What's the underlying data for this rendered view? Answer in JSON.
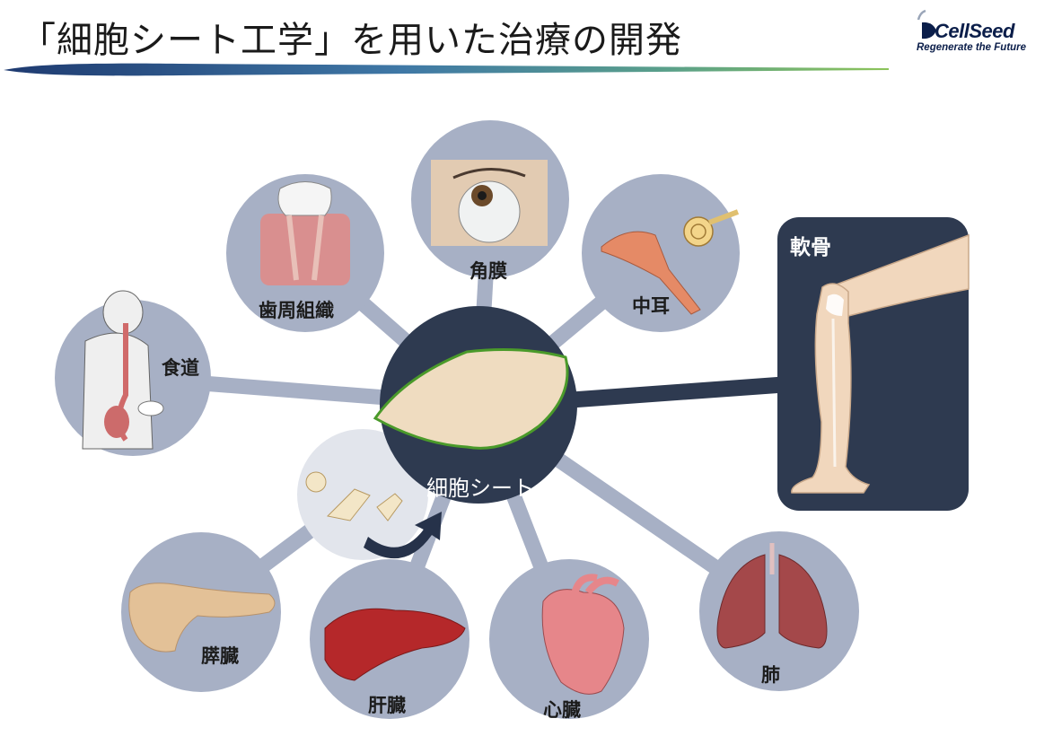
{
  "header": {
    "title": "「細胞シート工学」を用いた治療の開発",
    "logo_name": "CellSeed",
    "logo_tagline": "Regenerate the Future"
  },
  "diagram": {
    "center_label": "細胞シート",
    "cartilage_label": "軟骨",
    "nodes": {
      "esophagus": "食道",
      "periodontal": "歯周組織",
      "cornea": "角膜",
      "middle_ear": "中耳",
      "pancreas": "膵臓",
      "liver": "肝臓",
      "heart": "心臓",
      "lung": "肺"
    }
  },
  "colors": {
    "node_fill": "#a7b0c5",
    "spoke": "#a7b0c5",
    "center_fill": "#2e3a50",
    "logo_navy": "#0b1e4a"
  }
}
